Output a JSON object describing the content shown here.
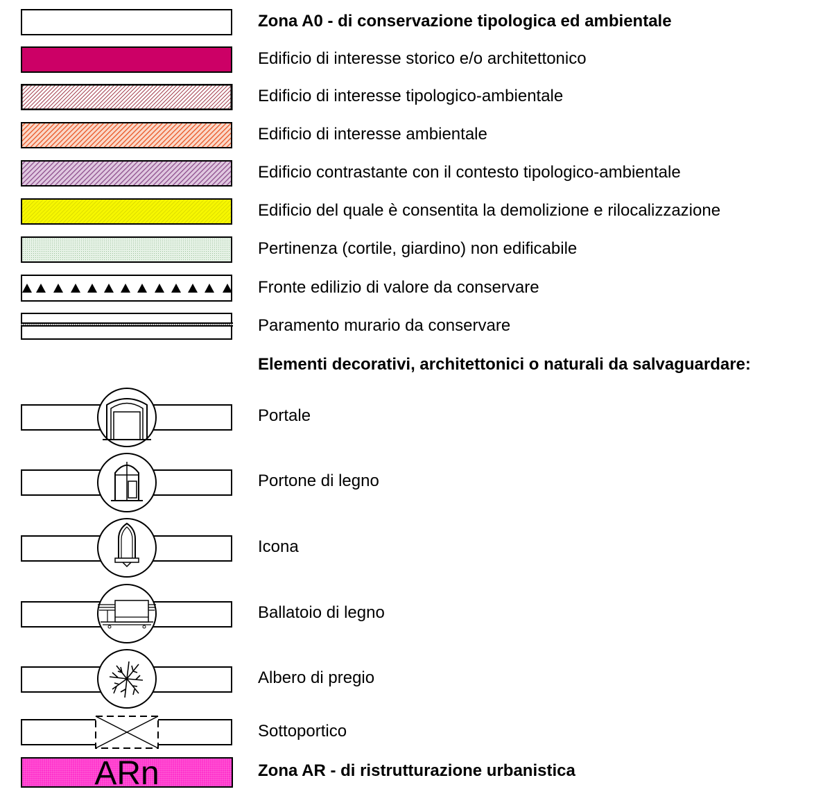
{
  "legend": {
    "zone_a0_title": "Zona A0 - di conservazione tipologica ed ambientale",
    "items": [
      {
        "label": "Edificio di interesse storico e/o architettonico",
        "color": "#cc0066"
      },
      {
        "label": "Edificio di interesse tipologico-ambientale",
        "color": "#c05a6c"
      },
      {
        "label": "Edificio di interesse ambientale",
        "color": "#e8603a"
      },
      {
        "label": "Edificio contrastante con il contesto tipologico-ambientale",
        "color": "#b070b0"
      },
      {
        "label": "Edificio del quale è consentita la demolizione e rilocalizzazione",
        "color": "#f2f200"
      },
      {
        "label": "Pertinenza (cortile, giardino) non edificabile",
        "color": "#d8ecd8"
      },
      {
        "label": "Fronte edilizio di valore da conservare"
      },
      {
        "label": "Paramento murario da conservare"
      }
    ],
    "decorative_title": "Elementi decorativi, architettonici o naturali da salvaguardare:",
    "decorative_items": [
      {
        "label": "Portale",
        "icon": "portal-icon"
      },
      {
        "label": "Portone di legno",
        "icon": "wooden-door-icon"
      },
      {
        "label": "Icona",
        "icon": "shrine-icon"
      },
      {
        "label": "Ballatoio di legno",
        "icon": "wooden-balcony-icon"
      },
      {
        "label": "Albero di pregio",
        "icon": "tree-icon"
      },
      {
        "label": "Sottoportico",
        "icon": "underpass-icon"
      }
    ],
    "zone_ar_code": "ARn",
    "zone_ar_color": "#ff33cc",
    "zone_ar_title": "Zona AR - di ristrutturazione urbanistica"
  }
}
